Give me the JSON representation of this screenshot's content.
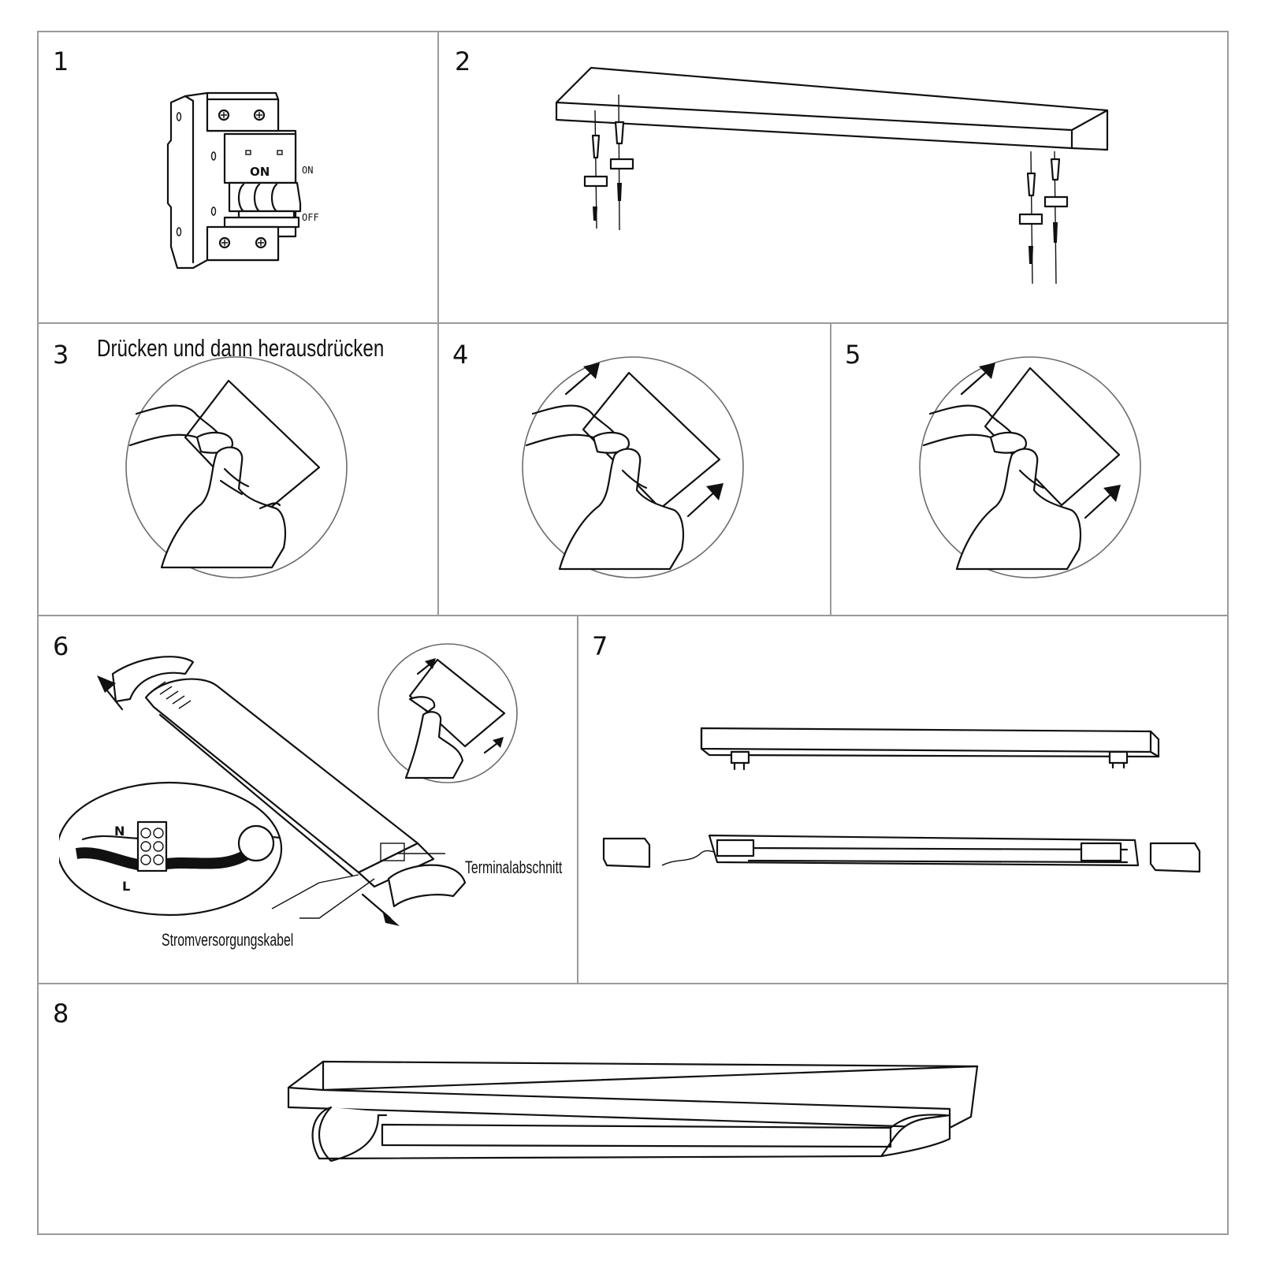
{
  "steps": [
    {
      "number": "1"
    },
    {
      "number": "2"
    },
    {
      "number": "3",
      "caption": "Drücken und dann herausdrücken"
    },
    {
      "number": "4"
    },
    {
      "number": "5"
    },
    {
      "number": "6"
    },
    {
      "number": "7"
    },
    {
      "number": "8"
    }
  ],
  "breaker": {
    "on_button": "ON",
    "on_label": "ON",
    "off_label": "OFF"
  },
  "wiring": {
    "neutral": "N",
    "live": "L",
    "terminal_label": "Terminalabschnitt",
    "cable_label": "Stromversorgungskabel"
  }
}
